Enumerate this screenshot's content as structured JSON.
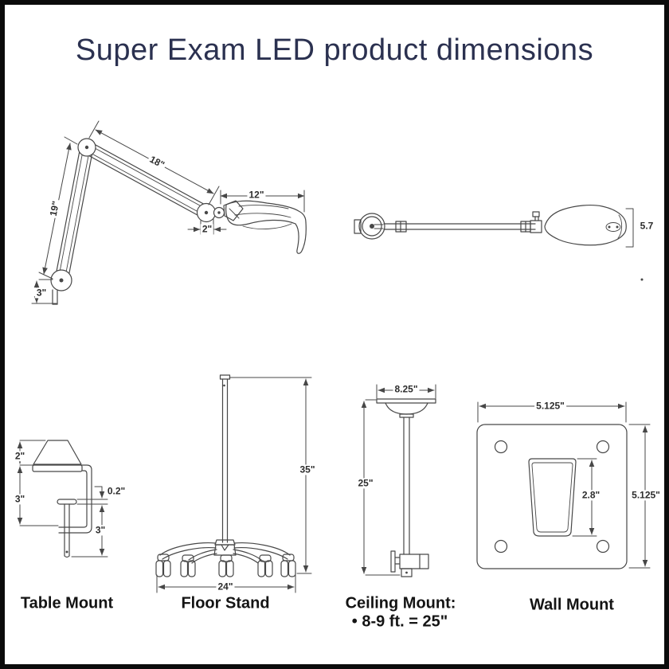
{
  "title": "Super Exam LED product dimensions",
  "colors": {
    "title_text": "#2b3150",
    "line_art": "#474747",
    "dimension_text": "#2d2d2d",
    "caption_text": "#141414",
    "border": "#0b0b0b",
    "background": "#ffffff"
  },
  "arm_side_view": {
    "dim_upper_arm": "18\"",
    "dim_lower_arm": "19\"",
    "dim_head_length": "12\"",
    "dim_elbow_offset": "2\"",
    "dim_base_post": "3\""
  },
  "arm_top_view": {
    "dim_head_width": "5.7"
  },
  "table_mount": {
    "caption": "Table Mount",
    "dim_shade_height": "2\"",
    "dim_clamp_opening": "3\"",
    "dim_pad_thickness": "0.2\"",
    "dim_screw_length": "3\""
  },
  "floor_stand": {
    "caption": "Floor Stand",
    "dim_height": "35\"",
    "dim_base_width": "24\""
  },
  "ceiling_mount": {
    "caption": "Ceiling Mount:",
    "caption_line2": "• 8-9 ft. = 25\"",
    "dim_canopy_width": "8.25\"",
    "dim_drop_length": "25\""
  },
  "wall_mount": {
    "caption": "Wall Mount",
    "dim_plate_width": "5.125\"",
    "dim_plate_height": "5.125\"",
    "dim_slot_height": "2.8\""
  }
}
